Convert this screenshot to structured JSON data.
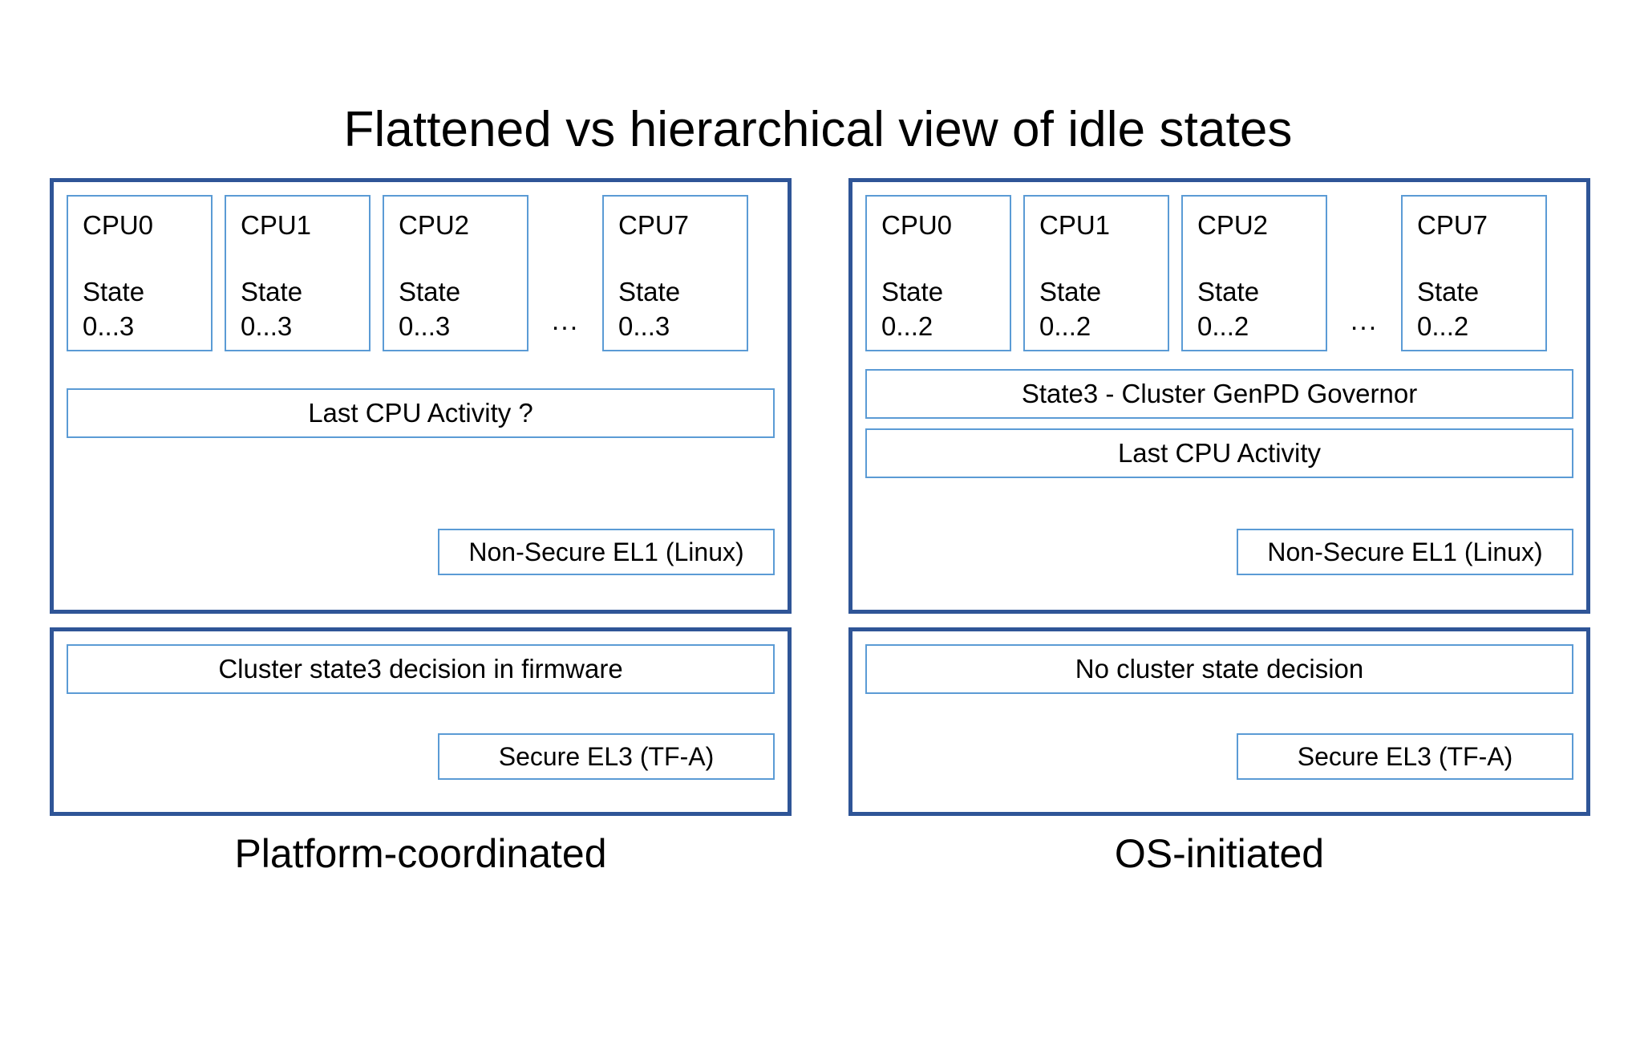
{
  "slide": {
    "title": "Flattened vs hierarchical view of idle states",
    "accent_outer_border": "#2f5597",
    "accent_inner_border": "#5b9bd5",
    "background": "#ffffff",
    "text_color": "#000000"
  },
  "left": {
    "caption": "Platform-coordinated",
    "cpus": [
      {
        "name": "CPU0",
        "state_label": "State",
        "state_range": "0...3"
      },
      {
        "name": "CPU1",
        "state_label": "State",
        "state_range": "0...3"
      },
      {
        "name": "CPU2",
        "state_label": "State",
        "state_range": "0...3"
      },
      {
        "name": "CPU7",
        "state_label": "State",
        "state_range": "0...3"
      }
    ],
    "ellipsis": "...",
    "last_cpu_activity": "Last CPU Activity ?",
    "el1": "Non-Secure EL1 (Linux)",
    "firmware_decision": "Cluster state3 decision in firmware",
    "el3": "Secure EL3 (TF-A)"
  },
  "right": {
    "caption": "OS-initiated",
    "cpus": [
      {
        "name": "CPU0",
        "state_label": "State",
        "state_range": "0...2"
      },
      {
        "name": "CPU1",
        "state_label": "State",
        "state_range": "0...2"
      },
      {
        "name": "CPU2",
        "state_label": "State",
        "state_range": "0...2"
      },
      {
        "name": "CPU7",
        "state_label": "State",
        "state_range": "0...2"
      }
    ],
    "ellipsis": "...",
    "cluster_governor": "State3 - Cluster GenPD Governor",
    "last_cpu_activity": "Last CPU Activity",
    "el1": "Non-Secure EL1 (Linux)",
    "firmware_decision": "No cluster state decision",
    "el3": "Secure EL3 (TF-A)"
  }
}
